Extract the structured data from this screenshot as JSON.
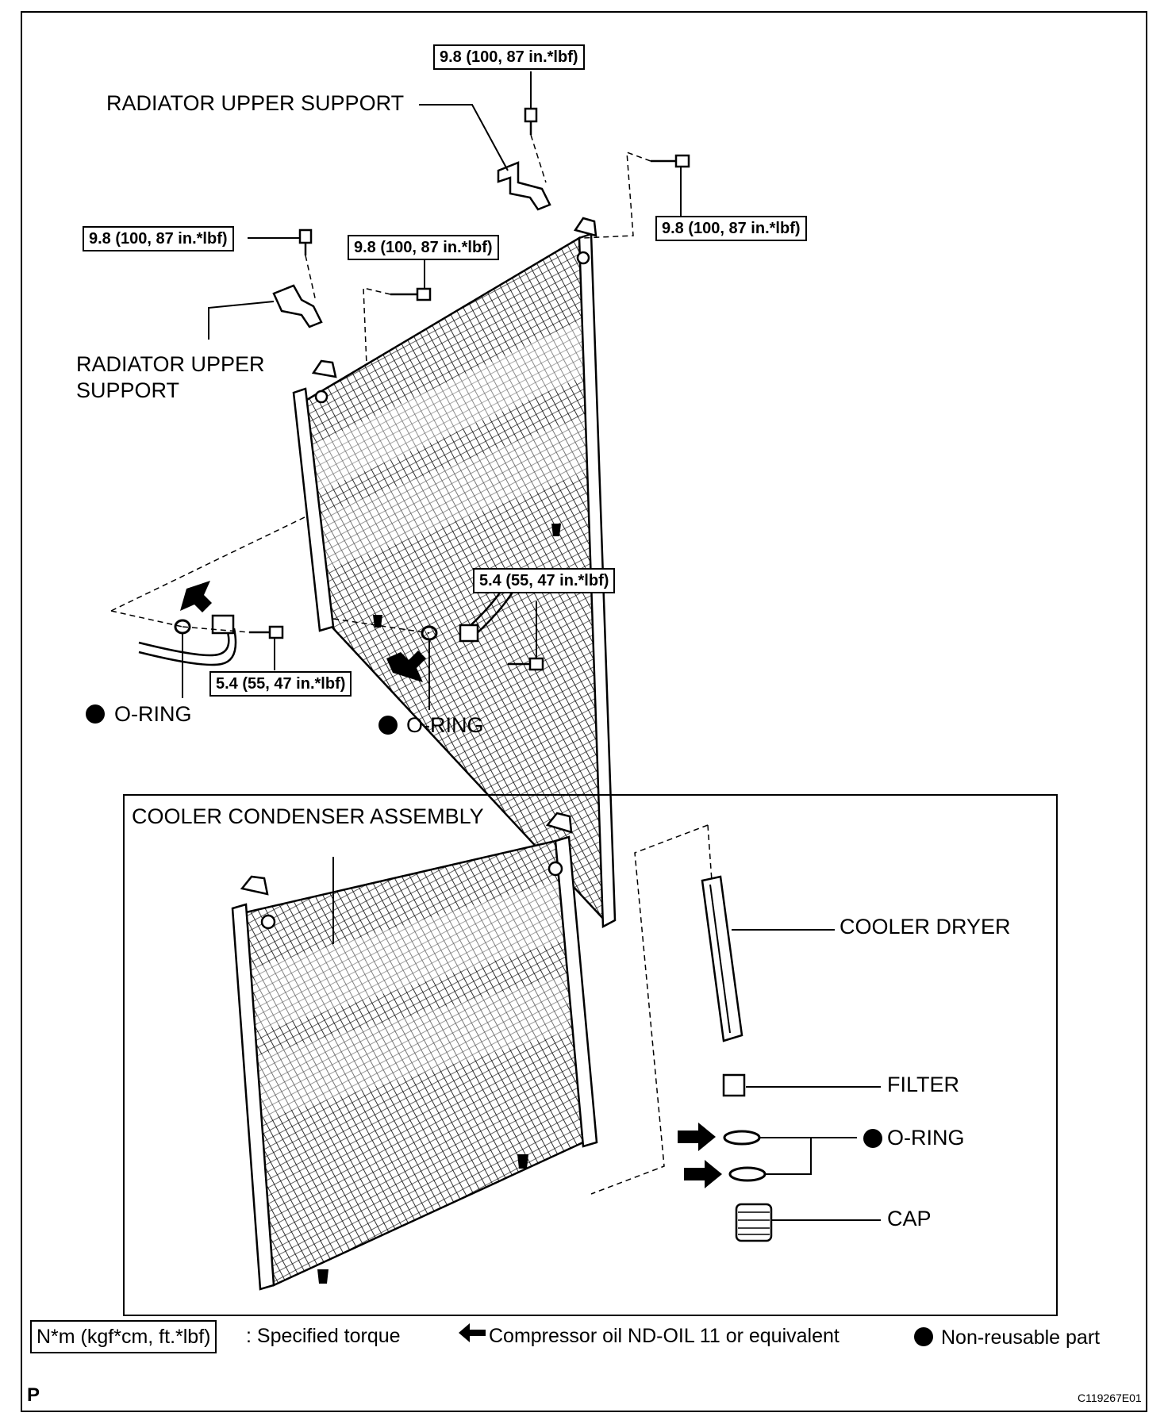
{
  "upper": {
    "torque_top": "9.8 (100, 87 in.*lbf)",
    "torque_left": "9.8 (100, 87 in.*lbf)",
    "torque_mid": "9.8 (100, 87 in.*lbf)",
    "torque_right": "9.8 (100, 87 in.*lbf)",
    "torque_pipe_right": "5.4 (55, 47 in.*lbf)",
    "torque_pipe_left": "5.4 (55, 47 in.*lbf)",
    "radiator_support_top": "RADIATOR UPPER SUPPORT",
    "radiator_support_left_line1": "RADIATOR UPPER",
    "radiator_support_left_line2": "SUPPORT",
    "oring_left": "O-RING",
    "oring_mid": "O-RING"
  },
  "lower": {
    "title": "COOLER CONDENSER ASSEMBLY",
    "cooler_dryer": "COOLER DRYER",
    "filter": "FILTER",
    "oring": "O-RING",
    "cap": "CAP"
  },
  "legend": {
    "torque_unit": "N*m (kgf*cm, ft.*lbf)",
    "torque_desc": ": Specified torque",
    "oil_desc": "Compressor oil ND-OIL 11 or equivalent",
    "nonreusable_desc": "Non-reusable part"
  },
  "footer": {
    "page_letter": "P",
    "figure_code": "C119267E01"
  }
}
